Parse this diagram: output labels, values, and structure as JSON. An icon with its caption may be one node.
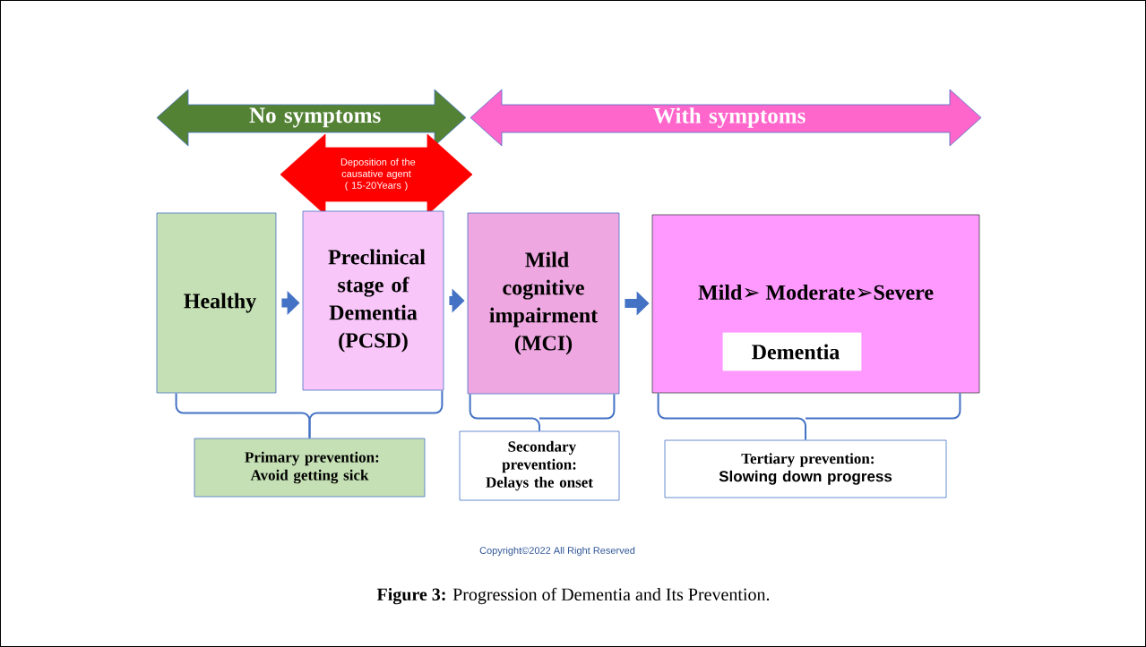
{
  "diagram": {
    "caption": "**Figure 3:** Progression of Dementia and Its Prevention.",
    "nodes": [
      {
        "text": [
          "No symptoms"
        ]
      },
      {
        "text": [
          "With symptoms"
        ]
      },
      {
        "text": [
          "Deposition of the causative agent ( 15-20Years )"
        ]
      },
      {
        "text": [
          "Healthy"
        ]
      },
      {
        "text": [
          "Preclinical stage of Dementia (PCSD)"
        ]
      },
      {
        "text": [
          "Mild cognitive impairment (MCI)"
        ]
      },
      {
        "text": [
          "Mild➢ Moderate➢Severe"
        ]
      },
      {
        "text": [
          "Dementia"
        ],
        "in": 6
      },
      {
        "text": [
          "Primary prevention: Avoid getting sick"
        ]
      },
      {
        "text": [
          "Secondary prevention: Delays the onset"
        ]
      },
      {
        "text": [
          "Tertiary prevention:",
          "Slowing down progress"
        ]
      }
    ],
    "edges": [
      {
        "from": 3,
        "to": 4,
        "arrow": "to",
        "style": "thick"
      },
      {
        "from": 4,
        "to": 5,
        "arrow": "to",
        "style": "thick"
      },
      {
        "from": 5,
        "to": 6,
        "arrow": "to",
        "style": "thick"
      },
      {
        "from": 8,
        "to": 3,
        "arrow": "none"
      },
      {
        "from": 8,
        "to": 4,
        "arrow": "none"
      },
      {
        "from": 9,
        "to": 5,
        "arrow": "none"
      },
      {
        "from": 10,
        "to": 6,
        "arrow": "none"
      }
    ],
    "labels": [
      "Copyright©2022 All Right Reserved"
    ]
  }
}
